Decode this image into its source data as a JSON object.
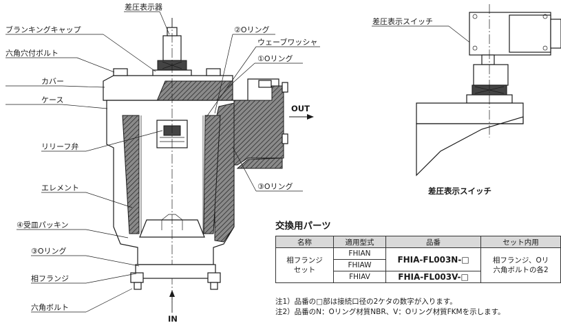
{
  "labels": {
    "sap_indicator": "差圧表示器",
    "blanking_cap": "ブランキングキャップ",
    "hex_socket_bolt": "六角穴付ボルト",
    "cover": "カバー",
    "case": "ケース",
    "relief_valve": "リリーフ弁",
    "element": "エレメント",
    "seat_packing": "④受皿パッキン",
    "o_ring_3_lower": "③Oリング",
    "mating_flange": "相フランジ",
    "hex_bolt": "六角ボルト",
    "o_ring_2": "②Oリング",
    "wave_washer": "ウェーブワッシャ",
    "o_ring_1": "①Oリング",
    "o_ring_3_right": "③Oリング",
    "out": "OUT",
    "in": "IN",
    "switch_label": "差圧表示スイッチ",
    "switch_caption": "差圧表示スイッチ"
  },
  "parts": {
    "title": "交換用パーツ",
    "headers": [
      "名称",
      "適用型式",
      "品番",
      "セット内用"
    ],
    "name": "相フランジ\nセット",
    "models": [
      "FHIAN",
      "FHIAW",
      "FHIAV"
    ],
    "part_numbers": [
      "FHIA-FL003N-□",
      "FHIA-FL003V-□"
    ],
    "set_contents": "相フランジ、Oリ\n六角ボルトの各2"
  },
  "notes": [
    "注1）品番の□部は接続口径の2ケタの数字が入ります。",
    "注2）品番のN：Oリング材質NBR、V：Oリング材質FKMを示します。"
  ]
}
